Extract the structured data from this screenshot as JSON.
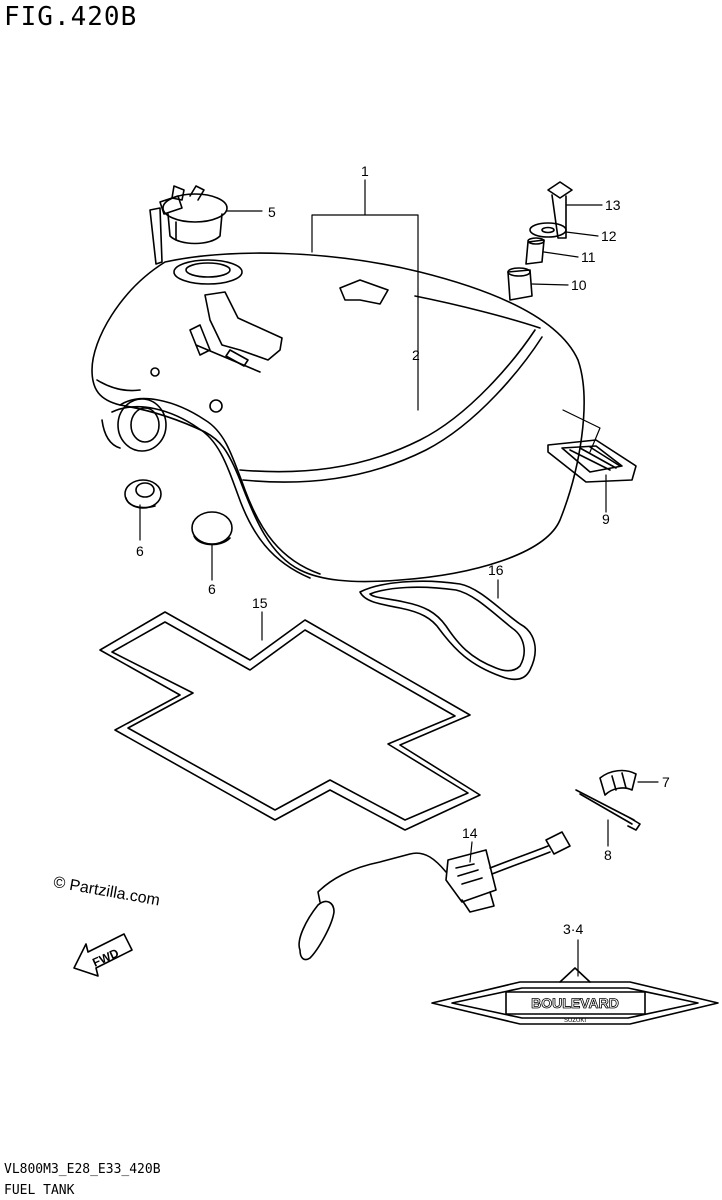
{
  "figure": {
    "title": "FIG.420B",
    "model_code": "VL800M3_E28_E33_420B",
    "name": "FUEL TANK"
  },
  "watermark": "© Partzilla.com",
  "fwd_label": "FWD",
  "emblem_text": "BOULEVARD",
  "emblem_subtext": "SUZUKI",
  "callouts": {
    "c1": "1",
    "c2": "2",
    "c5": "5",
    "c13": "13",
    "c12": "12",
    "c11": "11",
    "c10": "10",
    "c9": "9",
    "c6a": "6",
    "c6b": "6",
    "c16": "16",
    "c15": "15",
    "c7": "7",
    "c8": "8",
    "c14": "14",
    "c34": "3·4"
  },
  "colors": {
    "line": "#000000",
    "background": "#ffffff"
  }
}
